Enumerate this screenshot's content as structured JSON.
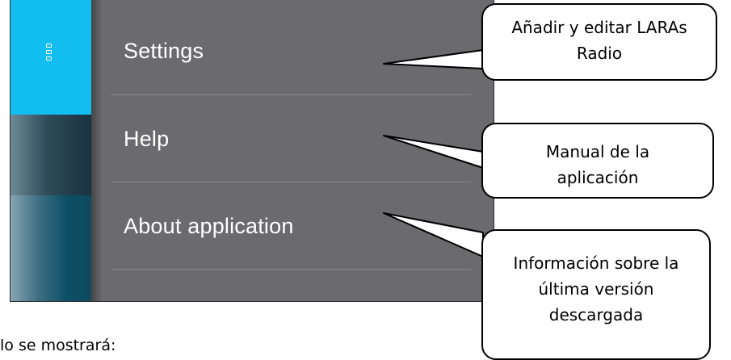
{
  "menu": {
    "items": [
      {
        "label": "Settings"
      },
      {
        "label": "Help"
      },
      {
        "label": "About application"
      }
    ]
  },
  "callouts": {
    "settings_line1": "Añadir y editar LARAs",
    "settings_line2": "Radio",
    "help_line1": "Manual de la",
    "help_line2": "aplicación",
    "about_line1": "Información sobre la",
    "about_line2": "última versión",
    "about_line3": "descargada"
  },
  "footer": {
    "text": "lo se mostrará:"
  },
  "icons": {
    "menu": "overflow-menu-icon"
  },
  "colors": {
    "accent": "#12bdf0",
    "panel": "#6b6b6d"
  }
}
